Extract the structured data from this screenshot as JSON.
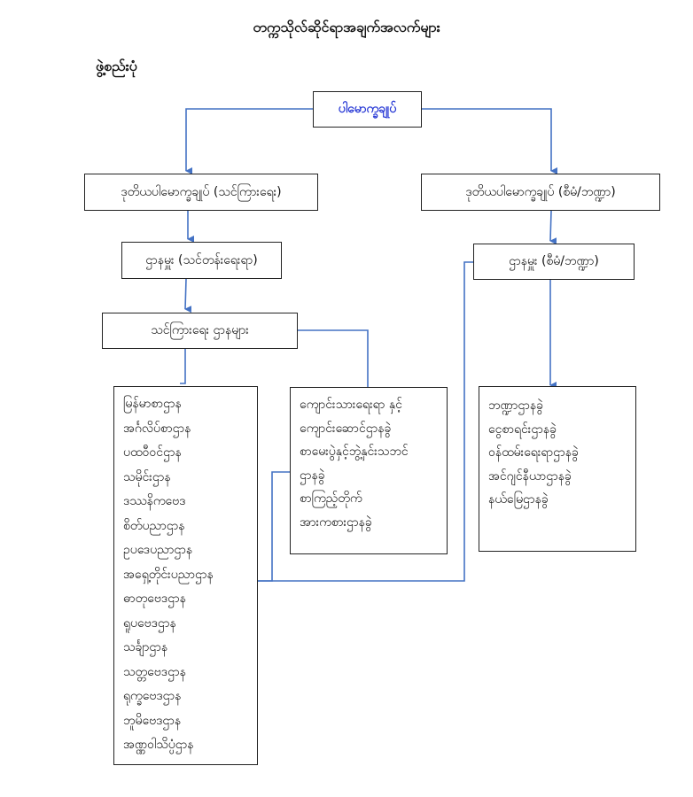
{
  "title": "တက္ကသိုလ်ဆိုင်ရာအချက်အလက်များ",
  "section_label": "ဖွဲ့စည်းပုံ",
  "chart": {
    "top": "ပါမောက္ခချုပ်",
    "vice_academic": "ဒုတိယပါမောက္ခချုပ် (သင်ကြားရေး)",
    "vice_admin": "ဒုတိယပါမောက္ခချုပ် (စီမံ/ဘဏ္ဍာ)",
    "head_teaching": "ဌာနမှူး (သင်တန်းရေးရာ)",
    "head_admin": "ဌာနမှူး (စီမံ/ဘဏ္ဍာ)",
    "teaching_depts": "သင်ကြားရေး  ဌာနများ",
    "subject_departments": [
      "မြန်မာစာဌာန",
      "အင်္ဂလိပ်စာဌာန",
      "ပထဝီဝင်ဌာန",
      "သမိုင်းဌာန",
      "ဒဿနိကဗေဒ",
      "စိတ်ပညာဌာန",
      "ဥပဒေပညာဌာန",
      "အရှေ့တိုင်းပညာဌာန",
      "ဓာတုဗေဒဌာန",
      "ရူပဗေဒဌာန",
      "သင်္ချာဌာန",
      "သတ္တဗေဒဌာန",
      "ရုက္ခဗေဒဌာန",
      "ဘူမိဗေဒဌာန",
      "အဏ္ဏဝါသိပ္ပံဌာန"
    ],
    "student_affairs_departments": [
      "ကျောင်းသားရေးရာ နှင့်",
      "ကျောင်းဆောင်ဌာနခွဲ",
      "စာမေးပွဲနှင့်ဘွဲ့နှင်းသဘင်",
      "ဌာနခွဲ",
      "စာကြည့်တိုက်",
      "အားကစားဌာနခွဲ"
    ],
    "finance_admin_departments": [
      "ဘဏ္ဍာဌာနခွဲ",
      "ငွေစာရင်းဌာနခွဲ",
      "ဝန်ထမ်းရေးရာဌာနခွဲ",
      "အင်ဂျင်နီယာဌာနခွဲ",
      "နယ်မြေဌာနခွဲ"
    ]
  },
  "colors": {
    "connector": "#4472c4",
    "top_text": "#2a3bd6",
    "border": "#222222"
  }
}
